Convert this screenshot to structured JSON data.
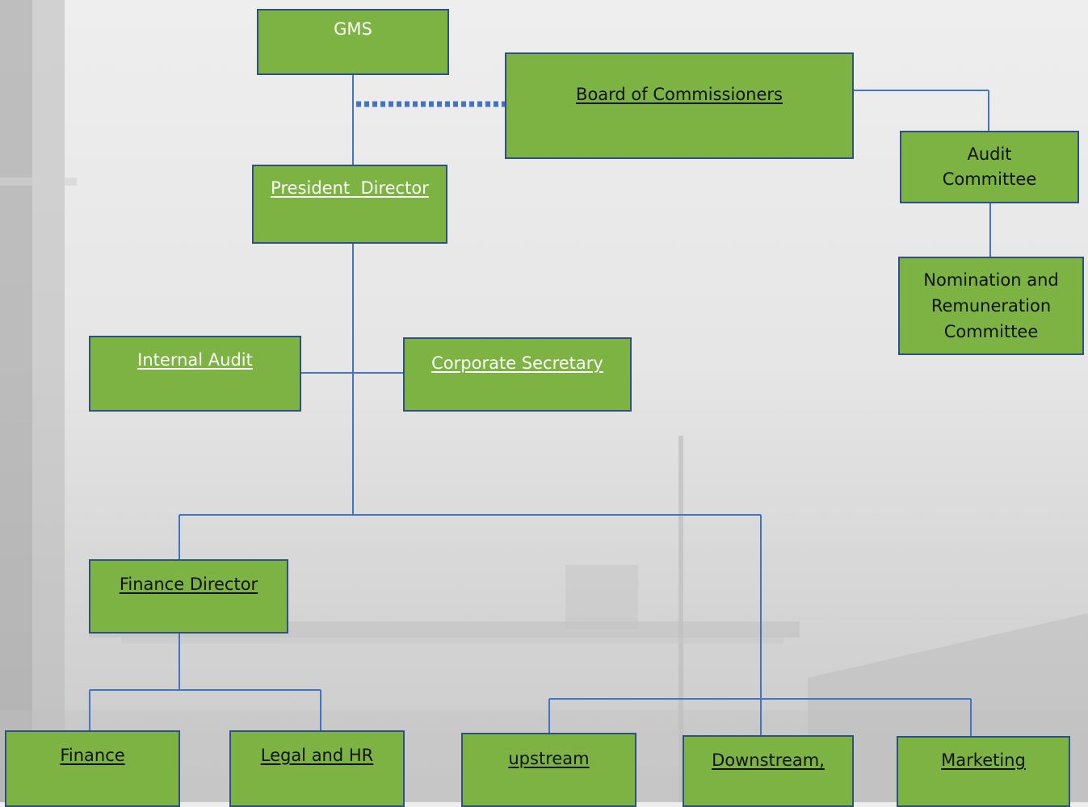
{
  "org_chart": {
    "gms": "GMS",
    "board_of_commissioners": "Board of Commissioners",
    "audit_committee": "Audit Committee",
    "nomination_remuneration_committee": "Nomination and Remuneration Committee",
    "president_director": "President  Director",
    "internal_audit": "Internal Audit",
    "corporate_secretary": "Corporate Secretary",
    "finance_director": "Finance Director",
    "finance": "Finance",
    "legal_hr": "Legal and HR",
    "upstream": "upstream",
    "downstream": "Downstream,",
    "marketing": "Marketing"
  },
  "colors": {
    "box_fill": "#7cb342",
    "box_border": "#2f4f86",
    "connector": "#4472c4"
  }
}
